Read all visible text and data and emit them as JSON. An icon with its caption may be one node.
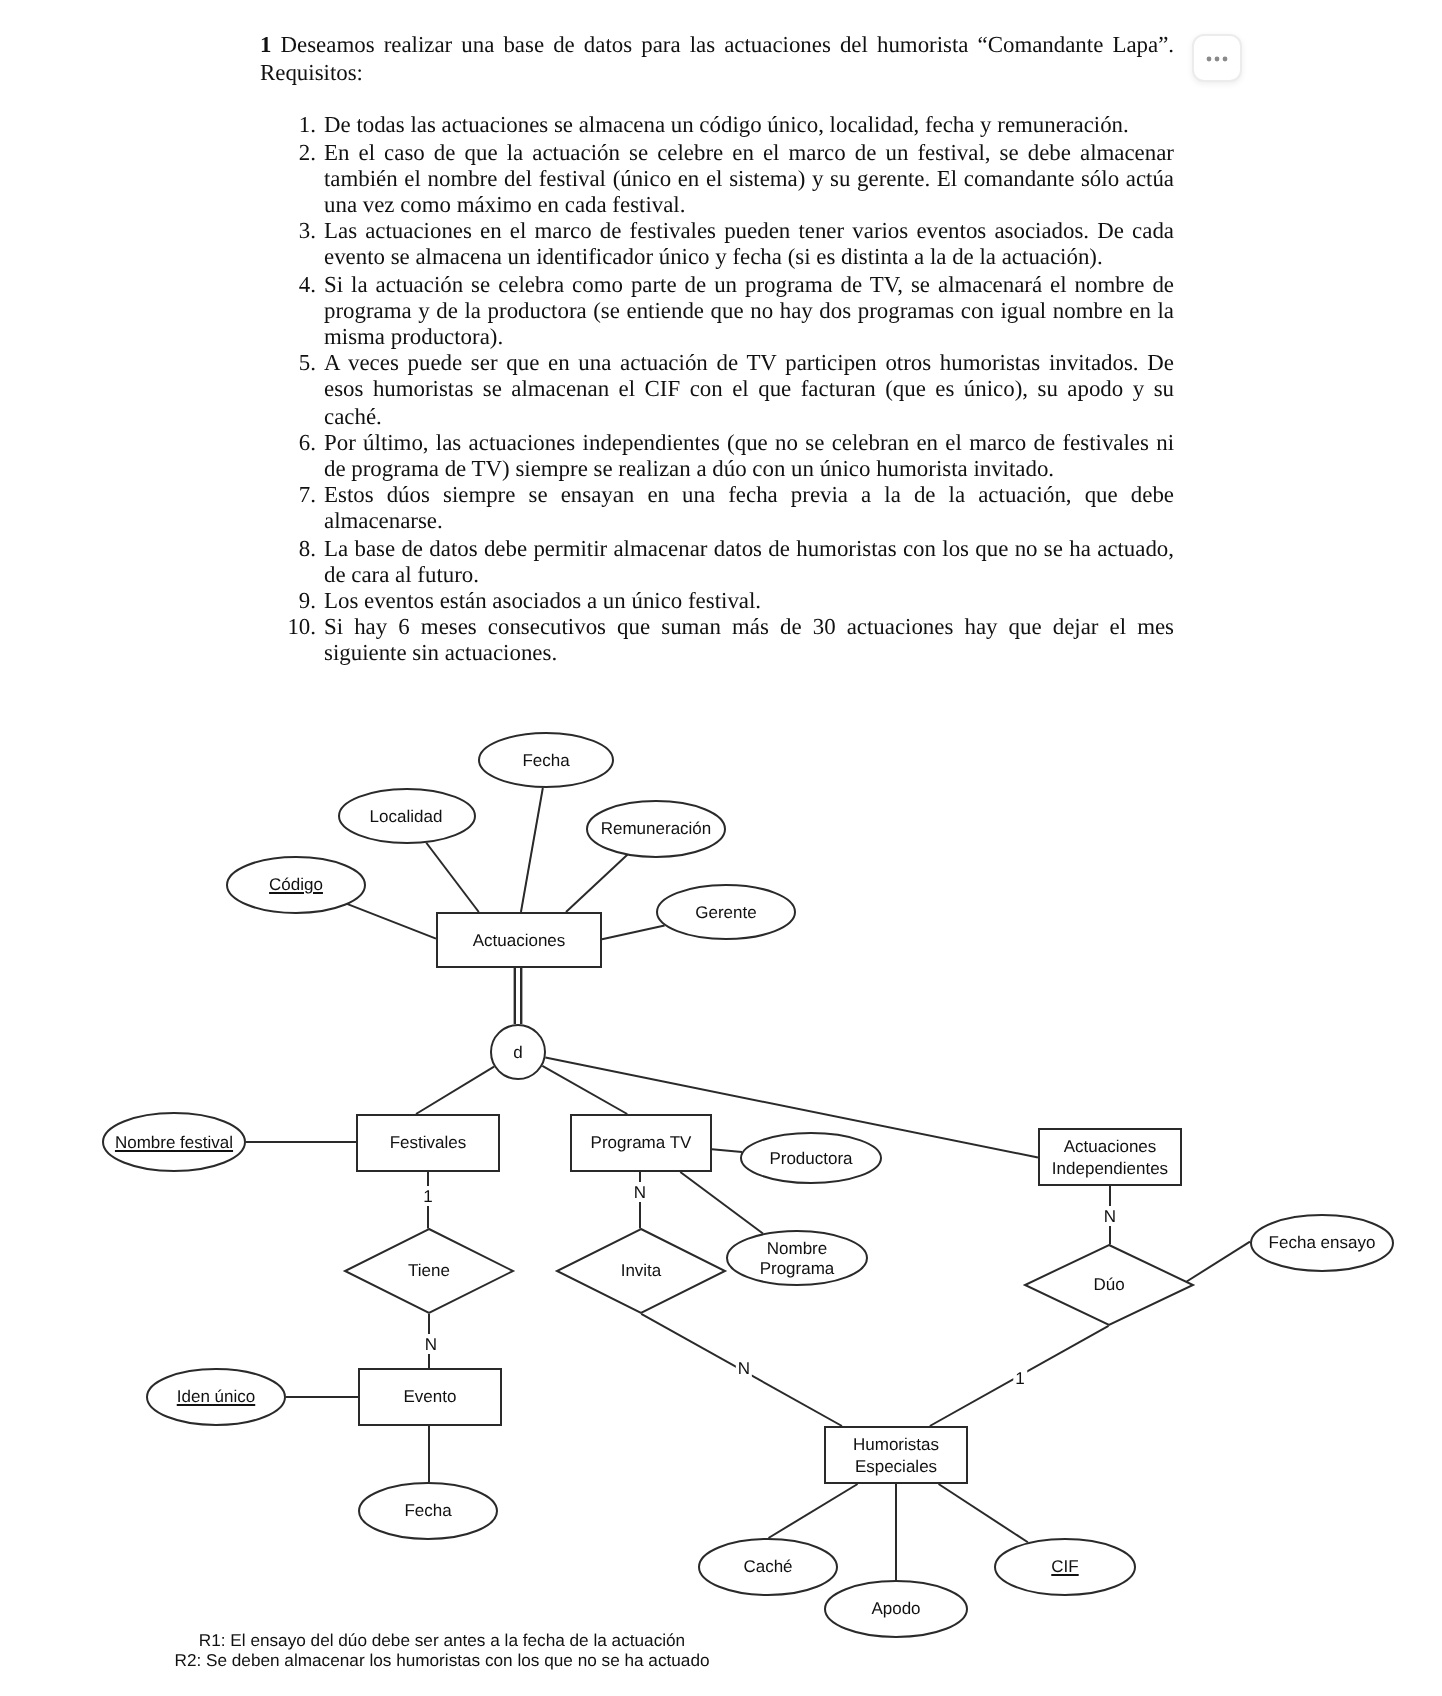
{
  "diagram": {
    "nodes": [
      {
        "text": [
          "Fecha"
        ]
      },
      {
        "text": [
          "Localidad"
        ]
      },
      {
        "text": [
          "Remuneración"
        ]
      },
      {
        "text": [
          "Código"
        ]
      },
      {
        "text": [
          "Gerente"
        ]
      },
      {
        "text": [
          "Actuaciones"
        ]
      },
      {
        "text": [
          "d"
        ]
      },
      {
        "text": [
          "Nombre festival"
        ]
      },
      {
        "text": [
          "Festivales"
        ]
      },
      {
        "text": [
          "Programa TV"
        ]
      },
      {
        "text": [
          "Productora"
        ]
      },
      {
        "text": [
          "Actuaciones Independientes"
        ]
      },
      {
        "text": [
          "Tiene"
        ]
      },
      {
        "text": [
          "Invita"
        ]
      },
      {
        "text": [
          "Nombre Programa"
        ]
      },
      {
        "text": [
          "Fecha ensayo"
        ]
      },
      {
        "text": [
          "Dúo"
        ]
      },
      {
        "text": [
          "Iden único"
        ]
      },
      {
        "text": [
          "Evento"
        ]
      },
      {
        "text": [
          "Humoristas Especiales"
        ]
      },
      {
        "text": [
          "Fecha"
        ]
      },
      {
        "text": [
          "Caché"
        ]
      },
      {
        "text": [
          "CIF"
        ]
      },
      {
        "text": [
          "Apodo"
        ]
      }
    ],
    "edges": [
      {
        "from": 0,
        "to": 5,
        "arrow": "none"
      },
      {
        "from": 1,
        "to": 5,
        "arrow": "none"
      },
      {
        "from": 2,
        "to": 5,
        "arrow": "none"
      },
      {
        "from": 3,
        "to": 5,
        "arrow": "none"
      },
      {
        "from": 4,
        "to": 5,
        "arrow": "none"
      },
      {
        "from": 5,
        "to": 6,
        "arrow": "none",
        "style": "thick"
      },
      {
        "from": 6,
        "to": 8,
        "arrow": "none"
      },
      {
        "from": 6,
        "to": 9,
        "arrow": "none"
      },
      {
        "from": 6,
        "to": 11,
        "arrow": "none"
      },
      {
        "from": 7,
        "to": 8,
        "arrow": "none"
      },
      {
        "from": 8,
        "to": 12,
        "arrow": "none",
        "label": "1"
      },
      {
        "from": 12,
        "to": 18,
        "arrow": "none",
        "label": "N"
      },
      {
        "from": 9,
        "to": 10,
        "arrow": "none"
      },
      {
        "from": 9,
        "to": 14,
        "arrow": "none"
      },
      {
        "from": 9,
        "to": 13,
        "arrow": "none",
        "label": "N"
      },
      {
        "from": 13,
        "to": 19,
        "arrow": "none",
        "label": "N"
      },
      {
        "from": 11,
        "to": 16,
        "arrow": "none",
        "label": "N"
      },
      {
        "from": 16,
        "to": 19,
        "arrow": "none",
        "label": "1"
      },
      {
        "from": 16,
        "to": 15,
        "arrow": "none"
      },
      {
        "from": 17,
        "to": 18,
        "arrow": "none"
      },
      {
        "from": 18,
        "to": 20,
        "arrow": "none"
      },
      {
        "from": 19,
        "to": 21,
        "arrow": "none"
      },
      {
        "from": 19,
        "to": 23,
        "arrow": "none"
      },
      {
        "from": 19,
        "to": 22,
        "arrow": "none"
      }
    ],
    "labels": [
      "**1** Deseamos realizar una base de datos para las actuaciones del humorista “Comandante Lapa”.",
      "Requisitos:",
      "1.",
      "De todas las actuaciones se almacena un código único, localidad, fecha y remuneración.",
      "2.",
      "En el caso de que la actuación se celebre en el marco de un festival, se debe almacenar también el nombre del festival (único en el sistema) y su gerente. El comandante sólo actúa una vez como máximo en cada festival.",
      "3.",
      "Las actuaciones en el marco de festivales pueden tener varios eventos asociados. De cada evento se almacena un identificador único y fecha (si es distinta a la de la actuación).",
      "4.",
      "Si la actuación se celebra como parte de un programa de TV, se almacenará el nombre de programa y de la productora (se entiende que no hay dos programas con igual nombre en la misma productora).",
      "5.",
      "A veces puede ser que en una actuación de TV participen otros humoristas invitados. De esos humoristas se almacenan el CIF con el que facturan (que es único), su apodo y su caché.",
      "6.",
      "Por último, las actuaciones independientes (que no se celebran en el marco de festivales ni de programa de TV) siempre se realizan a dúo con un único humorista invitado.",
      "7.",
      "Estos dúos siempre se ensayan en una fecha previa a la de la actuación, que debe almacenarse.",
      "8.",
      "La base de datos debe permitir almacenar datos de humoristas con los que no se ha actuado, de cara al futuro.",
      "9.",
      "Los eventos están asociados a un único festival.",
      "10.",
      "Si hay 6 meses consecutivos que suman más de 30 actuaciones hay que dejar el mes siguiente sin actuaciones.",
      "R1: El ensayo del dúo debe ser antes a la fecha de la actuación",
      "R2: Se deben almacenar los humoristas con los que no se ha actuado"
    ]
  }
}
